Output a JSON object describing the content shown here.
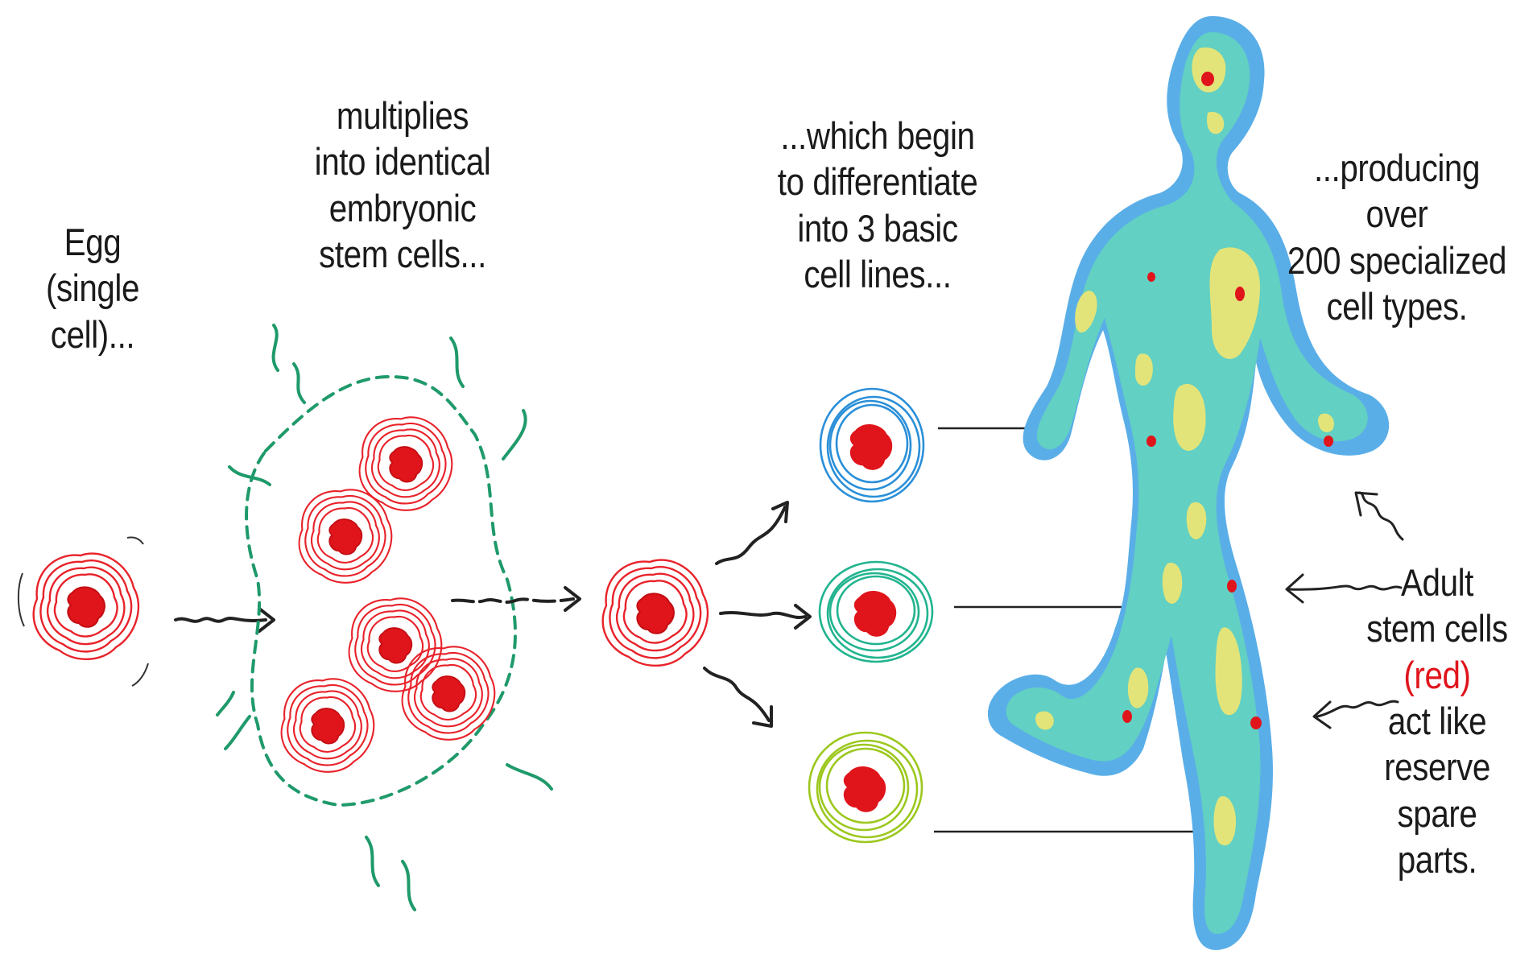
{
  "labels": {
    "egg": [
      "Egg",
      "(single cell)..."
    ],
    "embryonic": [
      "multiplies",
      "into identical",
      "embryonic",
      "stem cells..."
    ],
    "differentiate": [
      "...which begin",
      "to differentiate",
      "into 3 basic",
      "cell lines..."
    ],
    "specialized": [
      "...producing over",
      "200 specialized",
      "cell types."
    ],
    "adult": {
      "line1": "Adult",
      "line2": "stem cells",
      "line3": "(red)",
      "line4": "act like",
      "line5": "reserve",
      "line6": "spare parts."
    }
  },
  "colors": {
    "stem_cell": "#e8222a",
    "nucleus": "#e0141b",
    "embryo_boundary": "#1f9a6a",
    "cell_line_blue": "#2a8fd8",
    "cell_line_teal": "#21b48f",
    "cell_line_green": "#9cc81e",
    "body_outline": "#5aaee8",
    "body_fill": "#62d0c2",
    "organ_fill": "#e2e47a",
    "arrow": "#222222"
  },
  "icons": {
    "arrow": "squiggle-arrow-icon",
    "cell": "stem-cell-icon"
  }
}
